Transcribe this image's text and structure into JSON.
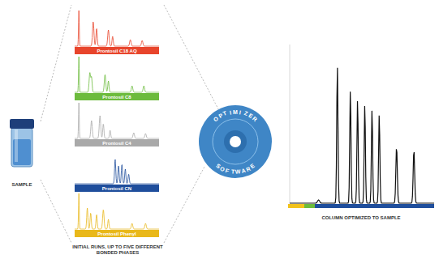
{
  "diagram": {
    "nodes": [
      {
        "text": [
          "SAMPLE"
        ]
      },
      {
        "text": [
          "INITIAL RUNS, UP TO FIVE DIFFERENT BONDED PHASES"
        ]
      },
      {
        "text": [
          "Prontosil C18 AQ"
        ],
        "in": 1
      },
      {
        "text": [
          "Prontosil C8"
        ],
        "in": 1
      },
      {
        "text": [
          "Prontosil C4"
        ],
        "in": 1
      },
      {
        "text": [
          "Prontosil CN"
        ],
        "in": 1
      },
      {
        "text": [
          "Prontosil Phenyl"
        ],
        "in": 1
      },
      {
        "text": [
          "OPTIMIZER SOFTWARE"
        ]
      },
      {
        "text": [
          "COLUMN OPTIMIZED TO SAMPLE"
        ]
      }
    ],
    "edges": [
      {
        "from": 0,
        "to": 1,
        "arrow": "none"
      },
      {
        "from": 1,
        "to": 7,
        "arrow": "none"
      }
    ]
  }
}
